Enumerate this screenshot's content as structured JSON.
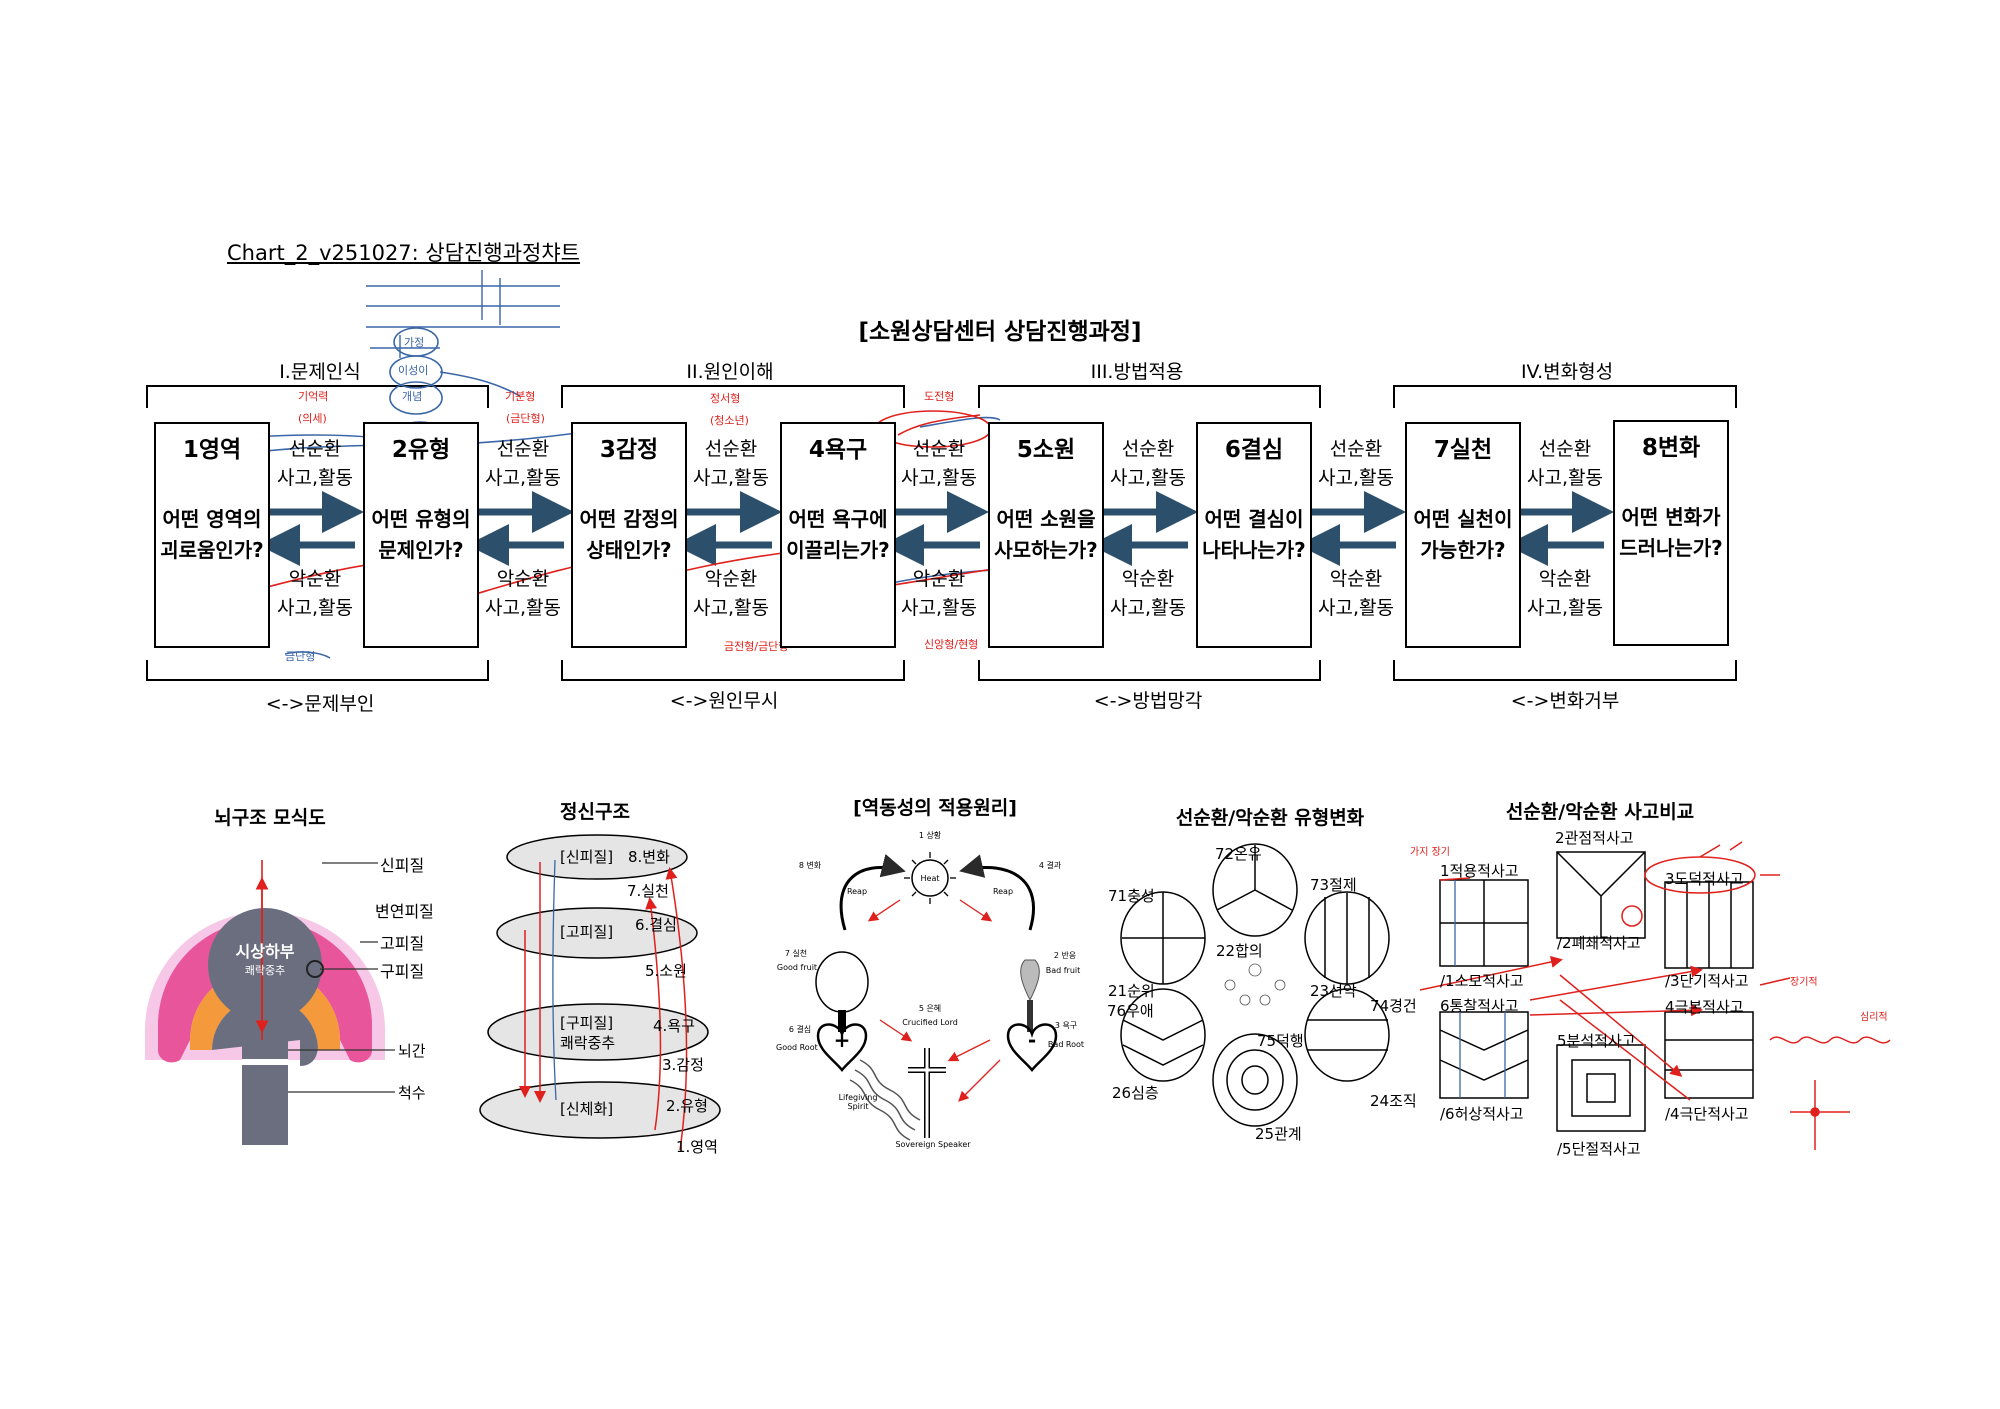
{
  "caption": "Chart_2_v251027: 상담진행과정챠트",
  "title": "[소원상담센터 상담진행과정]",
  "phases": [
    {
      "top": "I.문제인식",
      "bottom": "<->문제부인"
    },
    {
      "top": "II.원인이해",
      "bottom": "<->원인무시"
    },
    {
      "top": "III.방법적용",
      "bottom": "<->방법망각"
    },
    {
      "top": "IV.변화형성",
      "bottom": "<->변화거부"
    }
  ],
  "steps": [
    {
      "num": "1영역",
      "q1": "어떤 영역의",
      "q2": "괴로움인가?"
    },
    {
      "num": "2유형",
      "q1": "어떤 유형의",
      "q2": "문제인가?"
    },
    {
      "num": "3감정",
      "q1": "어떤 감정의",
      "q2": "상태인가?"
    },
    {
      "num": "4욕구",
      "q1": "어떤 욕구에",
      "q2": "이끌리는가?"
    },
    {
      "num": "5소원",
      "q1": "어떤 소원을",
      "q2": "사모하는가?"
    },
    {
      "num": "6결심",
      "q1": "어떤 결심이",
      "q2": "나타나는가?"
    },
    {
      "num": "7실천",
      "q1": "어떤 실천이",
      "q2": "가능한가?"
    },
    {
      "num": "8변화",
      "q1": "어떤 변화가",
      "q2": "드러나는가?"
    }
  ],
  "cycle": {
    "good_1": "선순환",
    "good_2": "사고,활동",
    "bad_1": "악순환",
    "bad_2": "사고,활동"
  },
  "brain": {
    "title": "뇌구조 모식도",
    "core": "시상하부",
    "core_sub": "쾌락중추",
    "labels": [
      "신피질",
      "변연피질",
      "고피질",
      "구피질",
      "뇌간",
      "척수"
    ]
  },
  "mind": {
    "title": "정신구조",
    "layers": [
      "[신피질]",
      "[고피질]",
      "[구피질]",
      "쾌락중추",
      "[신체화]"
    ],
    "steps": [
      "8.변화",
      "7.실천",
      "6.결심",
      "5.소원",
      "4.욕구",
      "3.감정",
      "2.유형",
      "1.영역"
    ]
  },
  "dynamics": {
    "title": "[역동성의 적용원리]",
    "labels": {
      "top": "1 상황",
      "heat": "Heat",
      "reap_l": "Reap",
      "reap_r": "Reap",
      "result": "4 결과",
      "change": "8 변화",
      "practice": "7 실천",
      "good_fruit": "Good fruit",
      "reaction": "2 반응",
      "bad_fruit": "Bad fruit",
      "grace": "5 은혜",
      "crucified": "Crucified Lord",
      "decision": "6 결심",
      "good_root": "Good Root",
      "desire": "3 욕구",
      "bad_root": "Bad Root",
      "spirit": "Lifegiving Spirit",
      "speaker": "Sovereign Speaker"
    }
  },
  "types": {
    "title": "선순환/악순환 유형변화",
    "labels": [
      "72온유",
      "71충성",
      "73절제",
      "22합의",
      "21순위",
      "23선악",
      "76우애",
      "74경건",
      "75덕행",
      "26심층",
      "24조직",
      "25관계"
    ]
  },
  "thinking": {
    "title": "선순환/악순환 사고비교",
    "labels": [
      "2관점적사고",
      "1적용적사고",
      "3도덕적사고",
      "/2폐쇄적사고",
      "/1소모적사고",
      "/3단기적사고",
      "6통찰적사고",
      "4극본적사고",
      "5분석적사고",
      "/6허상적사고",
      "/4극단적사고",
      "/5단절적사고"
    ]
  },
  "colors": {
    "arrow": "#2c4f6b",
    "brain_outer": "#f6c7e6",
    "brain_pink": "#e8559b",
    "brain_orange": "#f49a3c",
    "brain_gray": "#6b6e7f",
    "annotation_red": "#e0201c",
    "annotation_blue": "#3a66a8"
  }
}
